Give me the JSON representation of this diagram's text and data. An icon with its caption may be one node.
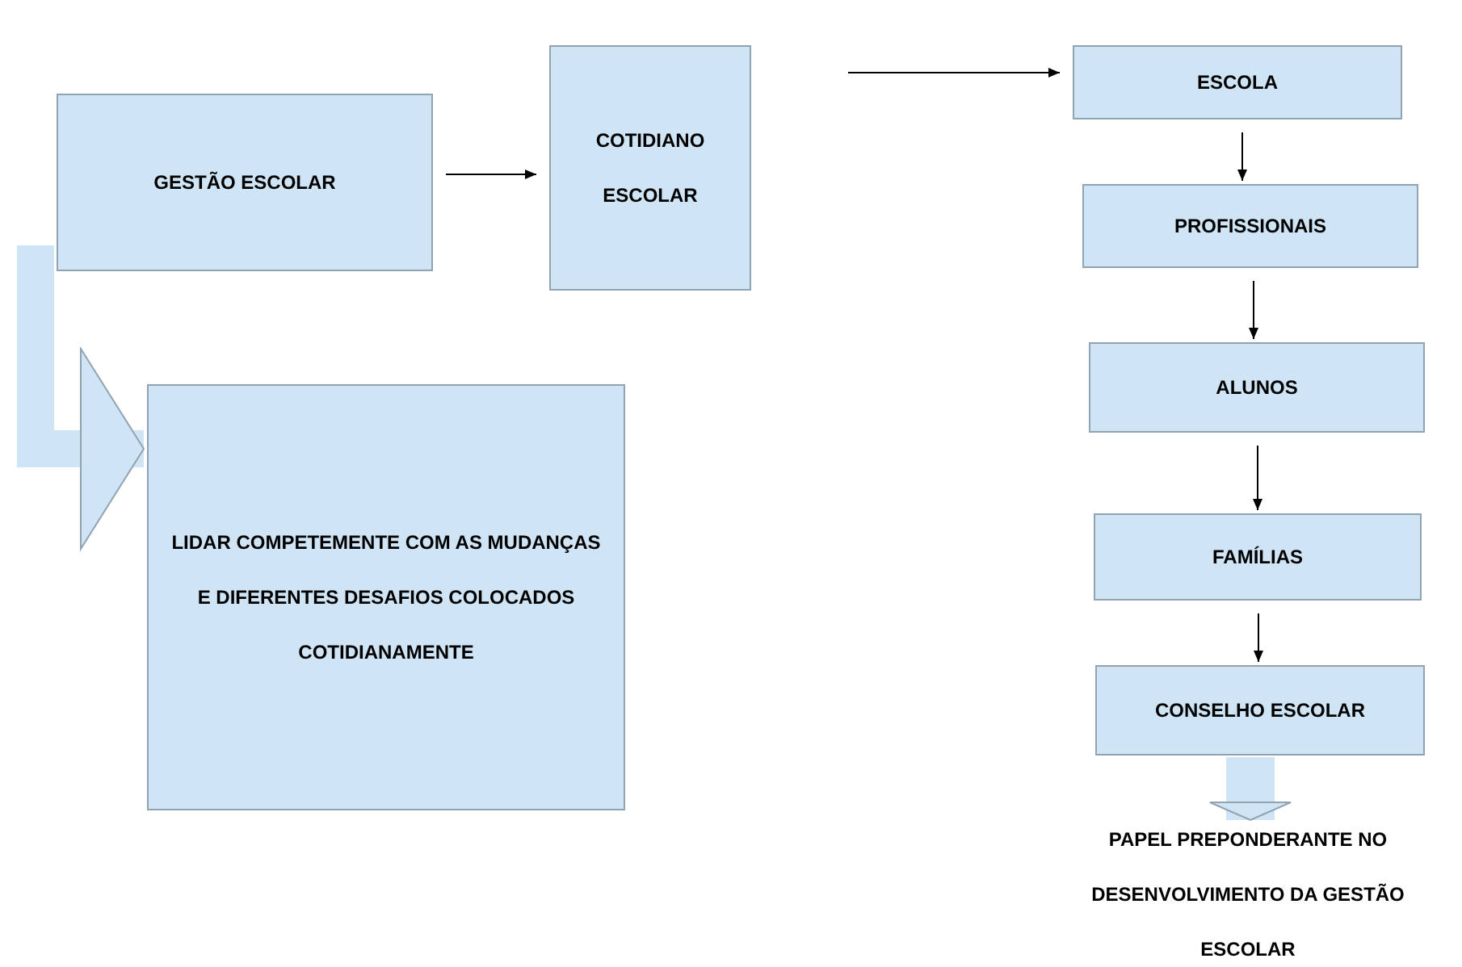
{
  "diagram": {
    "nodes": [
      {
        "text": [
          "GESTÃO ESCOLAR"
        ]
      },
      {
        "text": [
          "COTIDIANO ESCOLAR"
        ]
      },
      {
        "text": [
          "ESCOLA"
        ]
      },
      {
        "text": [
          "PROFISSIONAIS"
        ]
      },
      {
        "text": [
          "ALUNOS"
        ]
      },
      {
        "text": [
          "FAMÍLIAS"
        ]
      },
      {
        "text": [
          "CONSELHO ESCOLAR"
        ]
      },
      {
        "text": [
          "LIDAR COMPETEMENTE COM AS MUDANÇAS E DIFERENTES DESAFIOS COLOCADOS COTIDIANAMENTE"
        ]
      },
      {
        "text": [
          "PAPEL PREPONDERANTE NO DESENVOLVIMENTO DA GESTÃO ESCOLAR"
        ]
      }
    ],
    "edges": [
      {
        "from": 0,
        "to": 1,
        "arrow": "to"
      },
      {
        "from": 1,
        "to": 2,
        "arrow": "to"
      },
      {
        "from": 2,
        "to": 3,
        "arrow": "to"
      },
      {
        "from": 3,
        "to": 4,
        "arrow": "to"
      },
      {
        "from": 4,
        "to": 5,
        "arrow": "to"
      },
      {
        "from": 5,
        "to": 6,
        "arrow": "to"
      },
      {
        "from": 0,
        "to": 7,
        "arrow": "to",
        "style": "thick",
        "color": "#cfe4f4"
      },
      {
        "from": 6,
        "to": 8,
        "arrow": "to",
        "style": "thick",
        "color": "#cfe4f4"
      }
    ]
  }
}
